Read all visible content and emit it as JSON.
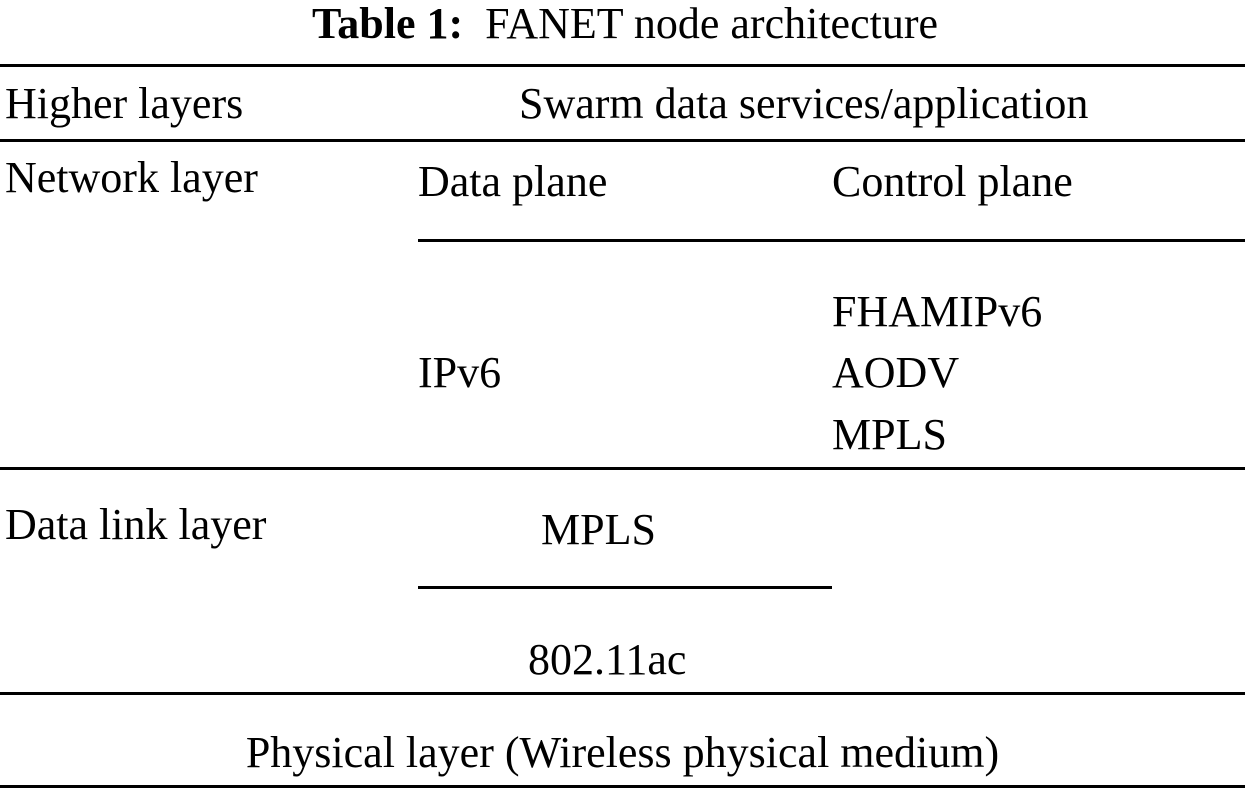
{
  "caption": {
    "label": "Table 1:",
    "title": "FANET node architecture"
  },
  "rows": {
    "higher": {
      "layer": "Higher layers",
      "content": "Swarm data services/application"
    },
    "network": {
      "layer": "Network layer",
      "data_plane_header": "Data plane",
      "control_plane_header": "Control plane",
      "data_plane_value": "IPv6",
      "control_plane_values": [
        "FHAMIPv6",
        "AODV",
        "MPLS"
      ]
    },
    "datalink": {
      "layer": "Data link layer",
      "upper": "MPLS",
      "lower": "802.11ac"
    },
    "physical": {
      "content": "Physical layer (Wireless physical medium)"
    }
  }
}
